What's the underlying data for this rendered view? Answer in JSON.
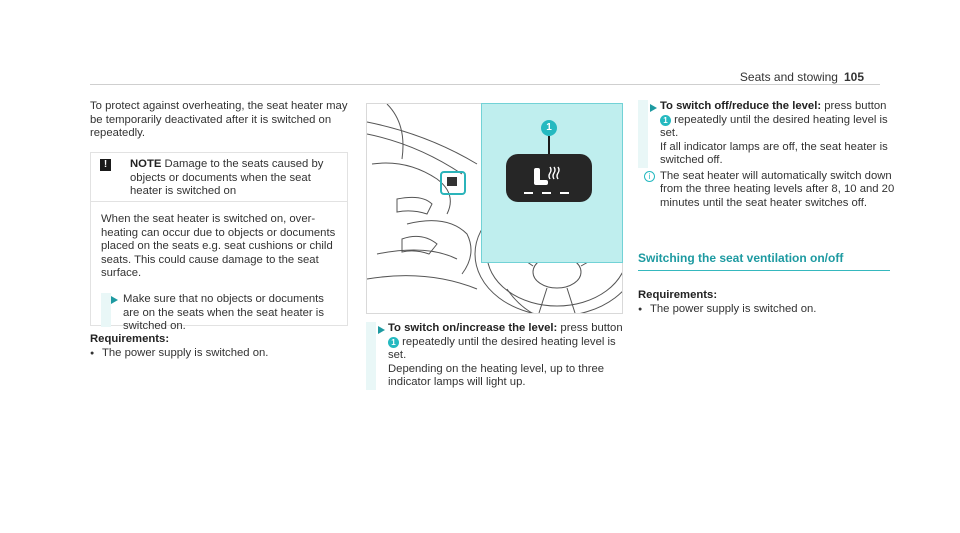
{
  "header": {
    "section": "Seats and stowing",
    "page": "105"
  },
  "intro": "To protect against overheating, the seat heater may be temporarily deactivated after it is switched on repeatedly.",
  "note": {
    "icon": "warning-icon",
    "title": "NOTE",
    "text": "Damage to the seats caused by objects or documents when the seat heater is switched on",
    "body": "When the seat heater is switched on, over­heating can occur due to objects or docu­ments placed on the seats e.g. seat cushions or child seats. This could cause damage to the seat surface.",
    "step": "Make sure that no objects or docu­ments are on the seats when the seat heater is switched on."
  },
  "req_left": {
    "title": "Requirements:",
    "items": [
      "The power supply is switched on."
    ]
  },
  "illustration": {
    "callout": "1"
  },
  "switch_on": {
    "bold": "To switch on/increase the level:",
    "text1": " press but­ton ",
    "callout": "1",
    "text2": " repeatedly until the desired heating level is set.",
    "text3": "Depending on the heating level, up to three indicator lamps will light up."
  },
  "switch_off": {
    "bold": "To switch off/reduce the level:",
    "text1": " press but­ton ",
    "callout": "1",
    "text2": " repeatedly until the desired heating level is set.",
    "text3": "If all indicator lamps are off, the seat heater is switched off."
  },
  "info": {
    "icon": "info-icon",
    "text": "The seat heater will automatically switch down from the three heating levels after 8, 10 and 20 minutes until the seat heater switches off."
  },
  "section2": {
    "title": "Switching the seat ventilation on/off",
    "req_title": "Requirements:",
    "items": [
      "The power supply is switched on."
    ]
  }
}
